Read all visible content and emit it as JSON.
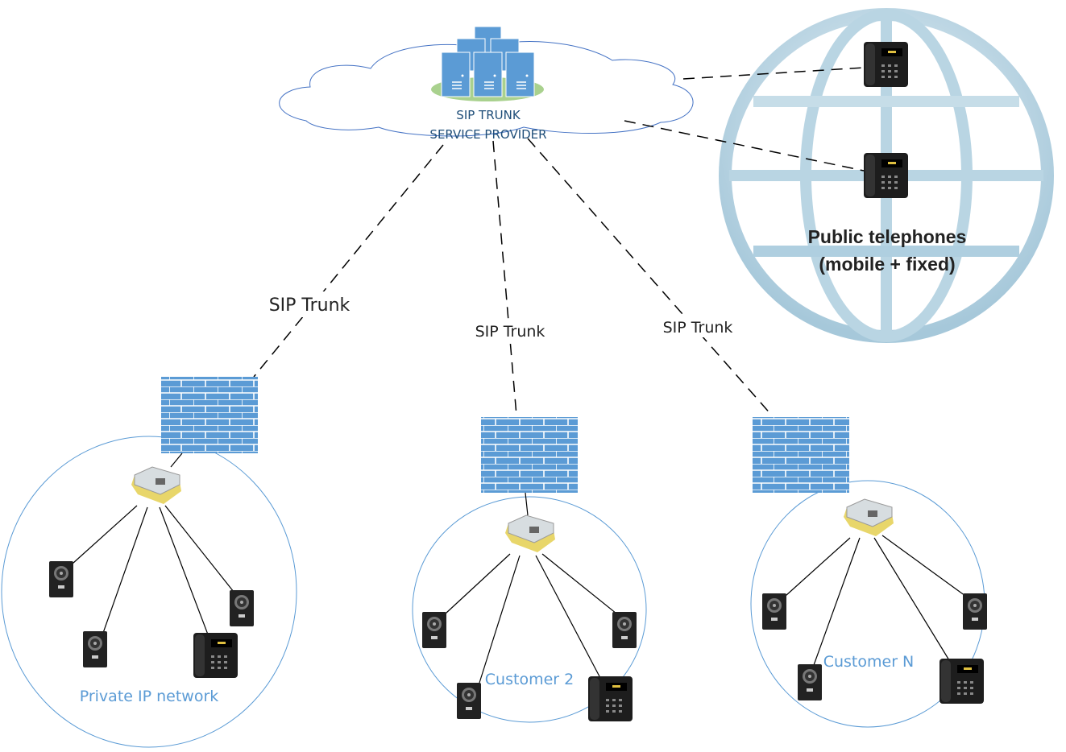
{
  "provider": {
    "line1": "SIP TRUNK",
    "line2": "SERVICE PROVIDER"
  },
  "public": {
    "line1": "Public telephones",
    "line2": "(mobile + fixed)"
  },
  "trunk_labels": [
    "SIP Trunk",
    "SIP Trunk",
    "SIP Trunk"
  ],
  "networks": [
    "Private IP network",
    "Customer 2",
    "Customer N"
  ],
  "colors": {
    "accent": "#5b9bd5",
    "label_blue": "#5b9bd5",
    "globe": "#a9cbdc",
    "firewall": "#5b9bd5",
    "ellipse": "#a9d18e"
  }
}
